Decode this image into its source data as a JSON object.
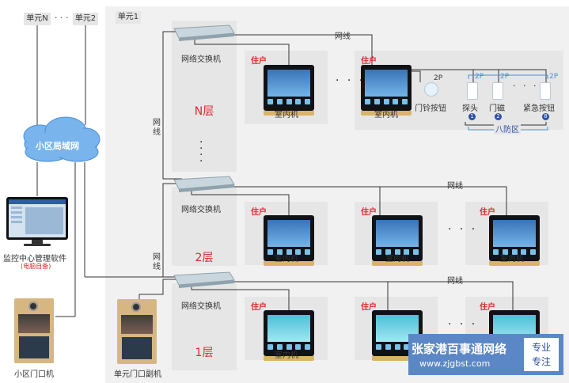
{
  "units": {
    "unit_n": "单元N",
    "unit_dots": "· · ·",
    "unit_2": "单元2",
    "unit_1": "单元1"
  },
  "network": {
    "lan_label": "小区局域网",
    "cable_label": "网线",
    "switch_label": "网络交换机"
  },
  "monitor_center": {
    "label": "监控中心管理软件",
    "note": "(电脑自备)"
  },
  "gate_unit": {
    "label": "小区门口机"
  },
  "unit_door": {
    "label": "单元门口副机"
  },
  "floors": [
    {
      "name": "N层"
    },
    {
      "name": "2层"
    },
    {
      "name": "1层"
    }
  ],
  "resident": {
    "tag": "住户",
    "indoor_label": "室内机"
  },
  "accessories": {
    "doorbell": "门铃按钮",
    "probe": "探头",
    "door_magnet": "门磁",
    "emergency": "紧急按钮",
    "eight_zone": "八防区",
    "wire_2p": "2P",
    "num_1": "1",
    "num_2": "2",
    "num_8": "8"
  },
  "vertical_dots": "·\n·\n·\n·",
  "horiz_dots": "· · ·",
  "banner": {
    "title": "张家港百事通网络",
    "url": "www.zjgbst.com",
    "box_line1": "专业",
    "box_line2": "专注"
  },
  "colors": {
    "accent_red": "#e0282d",
    "banner_blue": "#5b87c6",
    "panel_gray": "#e6e6e6"
  }
}
